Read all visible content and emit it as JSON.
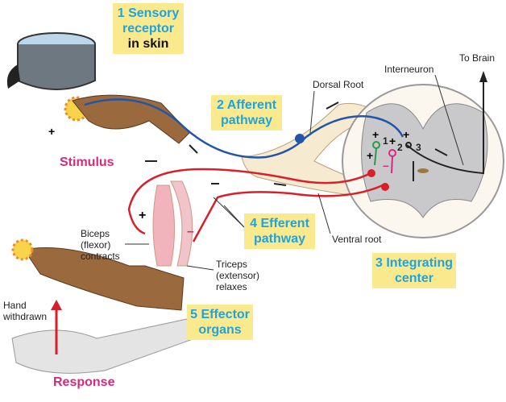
{
  "steps": {
    "s1": {
      "line1": "1 Sensory",
      "line2": "receptor",
      "line3": "in skin"
    },
    "s2": {
      "line1": "2 Afferent",
      "line2": "pathway"
    },
    "s3": {
      "line1": "3 Integrating",
      "line2": "center"
    },
    "s4": {
      "line1": "4 Efferent",
      "line2": "pathway"
    },
    "s5": {
      "line1": "5 Effector",
      "line2": "organs"
    }
  },
  "labels": {
    "stimulus": "Stimulus",
    "response": "Response",
    "dorsal_root": "Dorsal Root",
    "interneuron": "Interneuron",
    "to_brain": "To Brain",
    "ventral_root": "Ventral root",
    "biceps": [
      "Biceps",
      "(flexor)",
      "contracts"
    ],
    "triceps": [
      "Triceps",
      "(extensor)",
      "relaxes"
    ],
    "hand_withdrawn": [
      "Hand",
      "withdrawn"
    ],
    "synapse_numbers": [
      "1",
      "2",
      "3"
    ]
  },
  "colors": {
    "box_bg": "#fbe98e",
    "box_text": "#1fa3df",
    "afferent": "#2255aa",
    "efferent": "#d81f2a",
    "highlight": "#d52a7e"
  }
}
